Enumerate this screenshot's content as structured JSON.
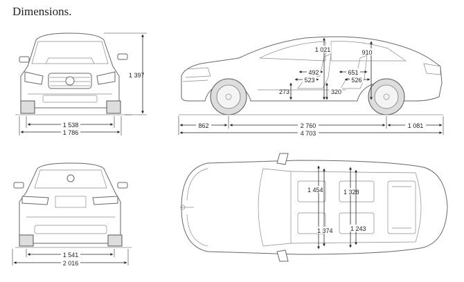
{
  "title": "Dimensions.",
  "dimensions": [
    {
      "id": "track-front",
      "value": "1 538"
    },
    {
      "id": "width-front",
      "value": "1 786"
    },
    {
      "id": "height",
      "value": "1 397"
    },
    {
      "id": "front-overhang",
      "value": "862"
    },
    {
      "id": "wheelbase",
      "value": "2 760"
    },
    {
      "id": "rear-overhang",
      "value": "1 081"
    },
    {
      "id": "length",
      "value": "4 703"
    },
    {
      "id": "front-headroom",
      "value": "1 021"
    },
    {
      "id": "rear-headroom",
      "value": "910"
    },
    {
      "id": "front-legroom",
      "value": "492"
    },
    {
      "id": "front-seat-depth",
      "value": "523"
    },
    {
      "id": "rear-legroom",
      "value": "651"
    },
    {
      "id": "rear-seat-depth",
      "value": "526"
    },
    {
      "id": "front-seat-height",
      "value": "273"
    },
    {
      "id": "rear-seat-height",
      "value": "320"
    },
    {
      "id": "front-shoulder",
      "value": "1 454"
    },
    {
      "id": "front-hip",
      "value": "1 374"
    },
    {
      "id": "rear-shoulder",
      "value": "1 328"
    },
    {
      "id": "rear-hip",
      "value": "1 243"
    },
    {
      "id": "track-rear",
      "value": "1 541"
    },
    {
      "id": "width-rear",
      "value": "2 016"
    }
  ]
}
